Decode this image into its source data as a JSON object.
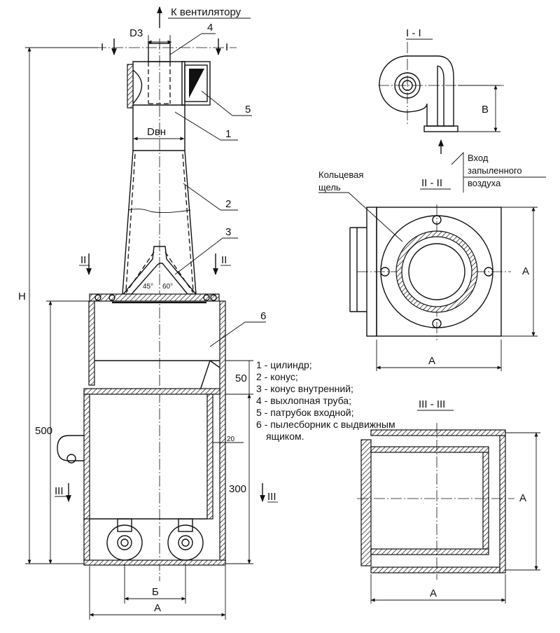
{
  "labels": {
    "to_fan": "К вентилятору",
    "sec1": "I",
    "sec2": "II",
    "sec3": "III",
    "sec1_title": "I - I",
    "sec2_title": "II - II",
    "sec3_title": "III - III",
    "D3": "D3",
    "Dvn": "Dвн",
    "H": "H",
    "A": "A",
    "B": "B",
    "Bcyr": "Б",
    "d500": "500",
    "d300": "300",
    "d50": "50",
    "d20": "20",
    "ang45": "45°",
    "ang60": "60°",
    "n1": "1",
    "n2": "2",
    "n3": "3",
    "n4": "4",
    "n5": "5",
    "n6": "6",
    "inlet_line1": "Вход",
    "inlet_line2": "запыленного",
    "inlet_line3": "воздуха",
    "slot_line1": "Кольцевая",
    "slot_line2": "щель"
  },
  "legend": [
    "1 - цилиндр;",
    "2 - конус;",
    "3 - конус внутренний;",
    "4 - выхлопная труба;",
    "5 - патрубок входной;",
    "6 - пылесборник с выдвижным",
    "ящиком."
  ]
}
